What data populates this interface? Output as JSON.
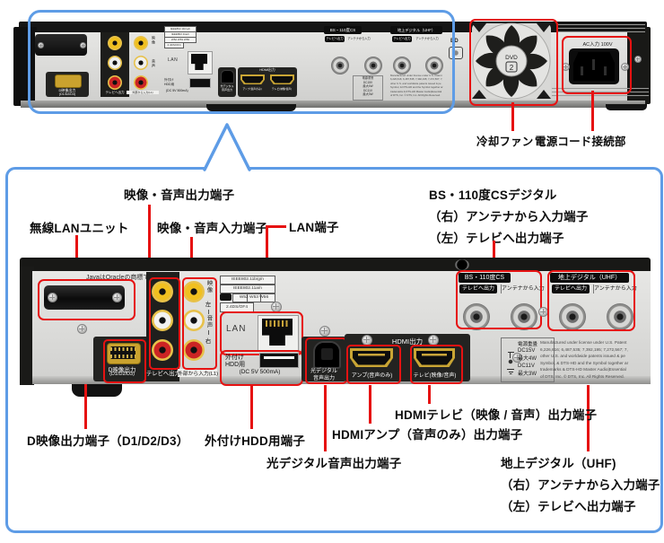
{
  "top_view": {
    "fan_callout": "冷却ファン",
    "power_callout": "電源コード接続部",
    "ac_label": "AC入力 100V",
    "bd_mark": "BD",
    "dvd_mark": "DVD",
    "dvd_mark_num": "2"
  },
  "callouts": {
    "wireless_lan": "無線LANユニット",
    "av_output": "映像・音声出力端子",
    "av_input": "映像・音声入力端子",
    "lan": "LAN端子",
    "bs_cs_line1": "BS・110度CSデジタル",
    "bs_cs_line2": "（右）アンテナから入力端子",
    "bs_cs_line3": "（左）テレビへ出力端子",
    "d_video": "D映像出力端子（D1/D2/D3）",
    "ext_hdd": "外付けHDD用端子",
    "optical": "光デジタル音声出力端子",
    "hdmi_amp": "HDMIアンプ（音声のみ）出力端子",
    "hdmi_tv": "HDMIテレビ（映像 / 音声）出力端子",
    "uhf_line1": "地上デジタル（UHF)",
    "uhf_line2": "（右）アンテナから入力端子",
    "uhf_line3": "（左）テレビへ出力端子"
  },
  "panel": {
    "java_note": "JavaはOracleの商標です。",
    "d_out": "D映像出力",
    "d_out_sub": "(D1/D2/D3)",
    "tv_out": "テレビへ出力",
    "ext_in": "外部から入力(L1)",
    "video": "映像",
    "left": "左",
    "audio": "音声",
    "right": "右",
    "wifi1": "IEEE802.11b/g/n",
    "wifi2": "IEEE802.11a/n",
    "wifi3": "W52 W53 W56",
    "wifi4": "2.4DS/OF4",
    "lan": "LAN",
    "hdd1": "外付け",
    "hdd2": "HDD用",
    "hdd_dc": "(DC 5V 500mA)",
    "opt1": "光デジタル",
    "opt2": "音声出力",
    "hdmi_title": "HDMI出力",
    "hdmi_amp": "アンプ(音声のみ)",
    "hdmi_tv": "テレビ(映像/音声)",
    "bs_title": "BS・110度CS",
    "uhf_title": "地上デジタル（UHF）",
    "badge_tv_out": "テレビへ出力",
    "badge_ant_in": "アンテナから入力",
    "pw_title": "電源重畳",
    "pw1": "DC15V",
    "pw2": "最大4W",
    "pw3": "DC11V",
    "pw4": "最大3W",
    "patent1": "Manufactured under license under U.S. Patent",
    "patent2": "6,226,616; 6,487,535; 7,392,195; 7,272,567; 7,",
    "patent3": "other U.S. and worldwide patents issued & pe",
    "patent4": "Symbol, & DTS-HD and the Symbol together ar",
    "patent5": "trademarks & DTS-HD Master Audio|Essential",
    "patent6": "of DTS, Inc. © DTS, Inc. All Rights Reserved."
  }
}
